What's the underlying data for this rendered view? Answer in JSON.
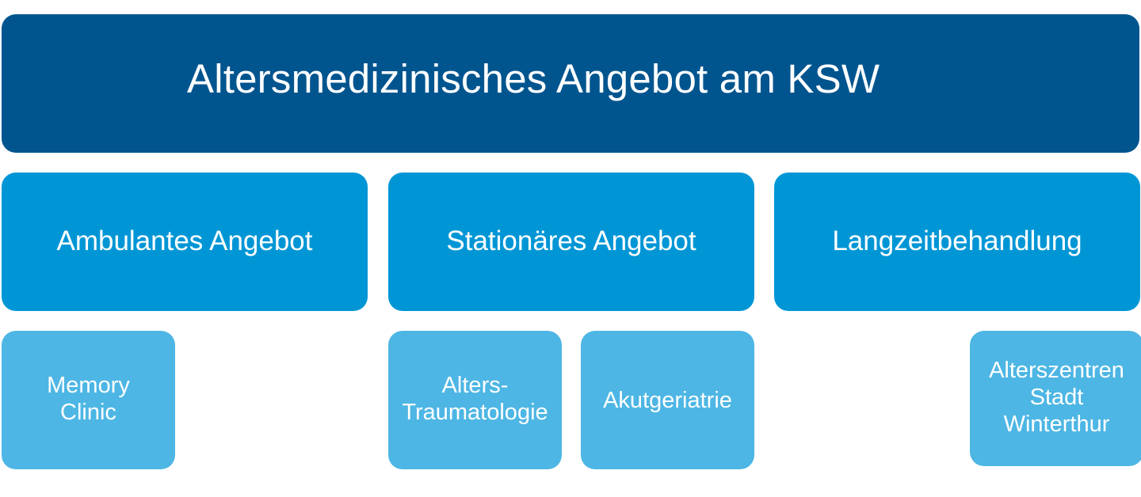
{
  "title": "Altersmedizinisches Angebot am KSW",
  "categories": [
    {
      "label": "Ambulantes Angebot"
    },
    {
      "label": "Stationäres Angebot"
    },
    {
      "label": "Langzeitbehandlung"
    }
  ],
  "subitems": [
    {
      "lines": [
        "Memory",
        "Clinic"
      ]
    },
    {
      "lines": [
        "Alters-",
        "Traumatologie"
      ]
    },
    {
      "lines": [
        "Akutgeriatrie"
      ]
    },
    {
      "lines": [
        "Alterszentren",
        "Stadt",
        "Winterthur"
      ]
    }
  ],
  "colors": {
    "top": "#00558f",
    "category": "#0096d6",
    "subitem": "#4db6e4",
    "text": "#ffffff"
  }
}
